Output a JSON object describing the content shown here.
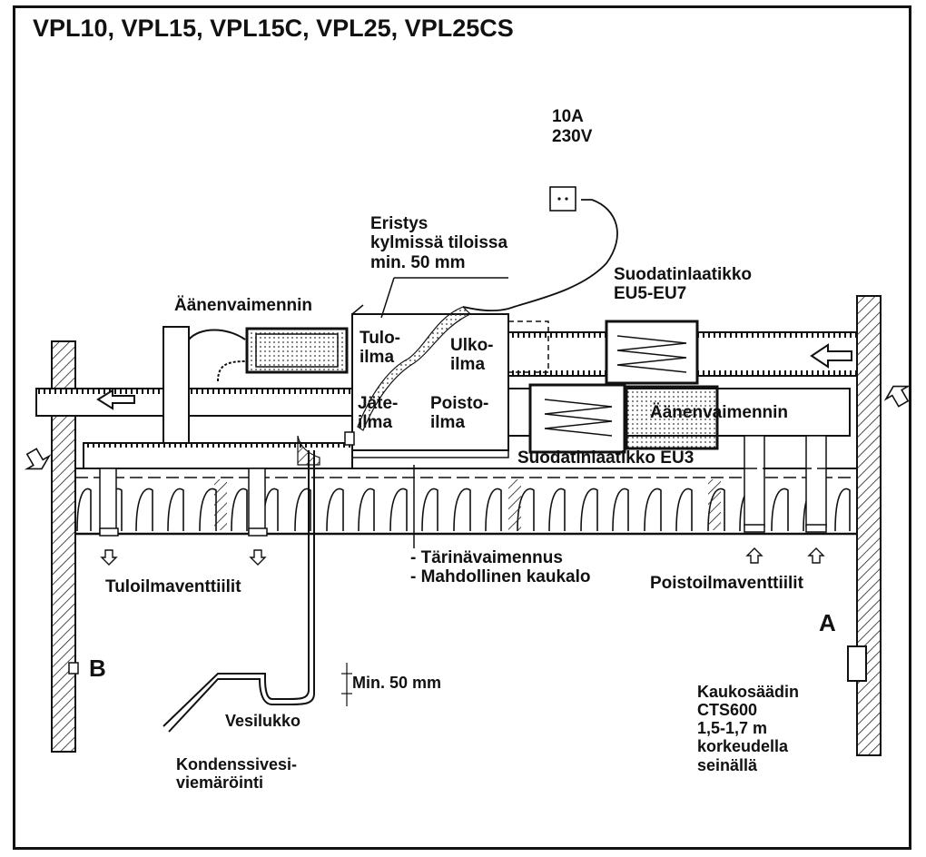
{
  "diagram": {
    "title": "VPL10, VPL15, VPL15C, VPL25, VPL25CS",
    "labels": {
      "power_line1": "10A",
      "power_line2": "230V",
      "insulation": "Eristys\nkylmissä tiloissa\nmin. 50 mm",
      "silencer_supply": "Äänenvaimennin",
      "supply_air": "Tulo-\nilma",
      "outdoor_air": "Ulko-\nilma",
      "exhaust_out": "Jäte-\nilma",
      "extract_air": "Poisto-\nilma",
      "filter_eu5_eu7": "Suodatinlaatikko\nEU5-EU7",
      "silencer_extract": "Äänenvaimennin",
      "filter_eu3": "Suodatinlaatikko EU3",
      "vibration": "- Tärinävaimennus\n- Mahdollinen kaukalo",
      "supply_valves": "Tuloilmaventtiilit",
      "extract_valves": "Poistoilmaventtiilit",
      "marker_a": "A",
      "marker_b": "B",
      "min_50": "Min. 50 mm",
      "water_trap": "Vesilukko",
      "condensate": "Kondenssivesi-\nviemäröinti",
      "remote": "Kaukosäädin\nCTS600\n1,5-1,7 m\nkorkeudella\nseinällä"
    }
  }
}
